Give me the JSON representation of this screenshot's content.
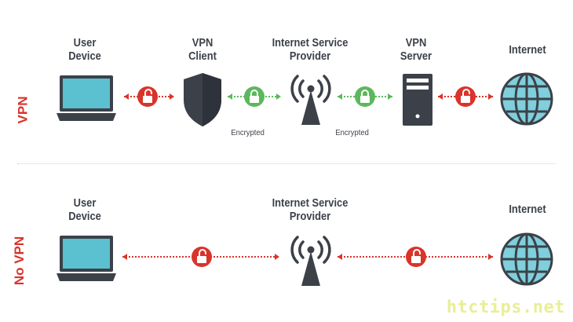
{
  "vpn_row": {
    "row_label": "VPN",
    "nodes": {
      "user_device": [
        "User",
        "Device"
      ],
      "vpn_client": [
        "VPN",
        "Client"
      ],
      "isp": [
        "Internet Service",
        "Provider"
      ],
      "vpn_server": [
        "VPN",
        "Server"
      ],
      "internet": [
        "Internet"
      ]
    },
    "encrypted_labels": [
      "Encrypted",
      "Encrypted"
    ],
    "links": [
      {
        "from": "user_device",
        "to": "vpn_client",
        "lock": "unlocked",
        "color": "#d9342b"
      },
      {
        "from": "vpn_client",
        "to": "isp",
        "lock": "locked",
        "color": "#5cb85c"
      },
      {
        "from": "isp",
        "to": "vpn_server",
        "lock": "locked",
        "color": "#5cb85c"
      },
      {
        "from": "vpn_server",
        "to": "internet",
        "lock": "unlocked",
        "color": "#d9342b"
      }
    ]
  },
  "novpn_row": {
    "row_label": "No VPN",
    "nodes": {
      "user_device": [
        "User",
        "Device"
      ],
      "isp": [
        "Internet Service",
        "Provider"
      ],
      "internet": [
        "Internet"
      ]
    },
    "links": [
      {
        "from": "user_device",
        "to": "isp",
        "lock": "unlocked",
        "color": "#d9342b"
      },
      {
        "from": "isp",
        "to": "internet",
        "lock": "unlocked",
        "color": "#d9342b"
      }
    ]
  },
  "icons": {
    "laptop": "laptop-icon",
    "shield": "shield-icon",
    "tower": "signal-tower-icon",
    "server": "server-icon",
    "globe": "globe-icon",
    "lock_open": "unlocked-padlock-icon",
    "lock_closed": "locked-padlock-icon"
  },
  "colors": {
    "unencrypted": "#d9342b",
    "encrypted": "#5cb85c",
    "dark": "#3c4149",
    "screen": "#5bc0d0",
    "globe": "#7fcfdc"
  },
  "watermark": "htctips.net"
}
